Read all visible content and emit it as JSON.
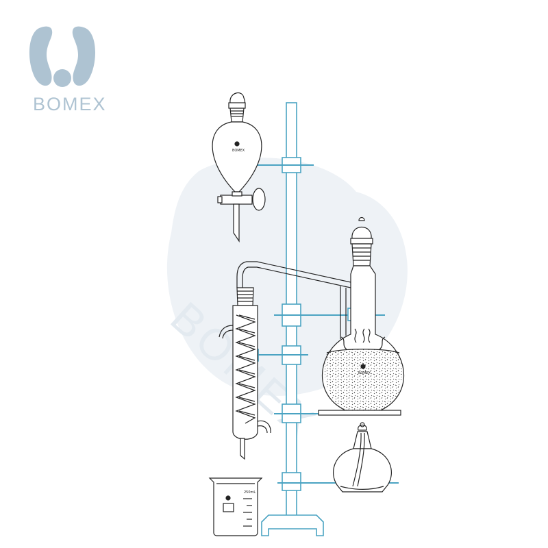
{
  "brand": {
    "name": "BOMEX",
    "watermark": "BOMEX",
    "logo_color": "#aec3d2",
    "watermark_color": "#e9eef3"
  },
  "colors": {
    "stand": "#4aa3c2",
    "line": "#222222",
    "glass_fill": "#ffffff"
  },
  "beaker": {
    "capacity_label": "250mL"
  }
}
